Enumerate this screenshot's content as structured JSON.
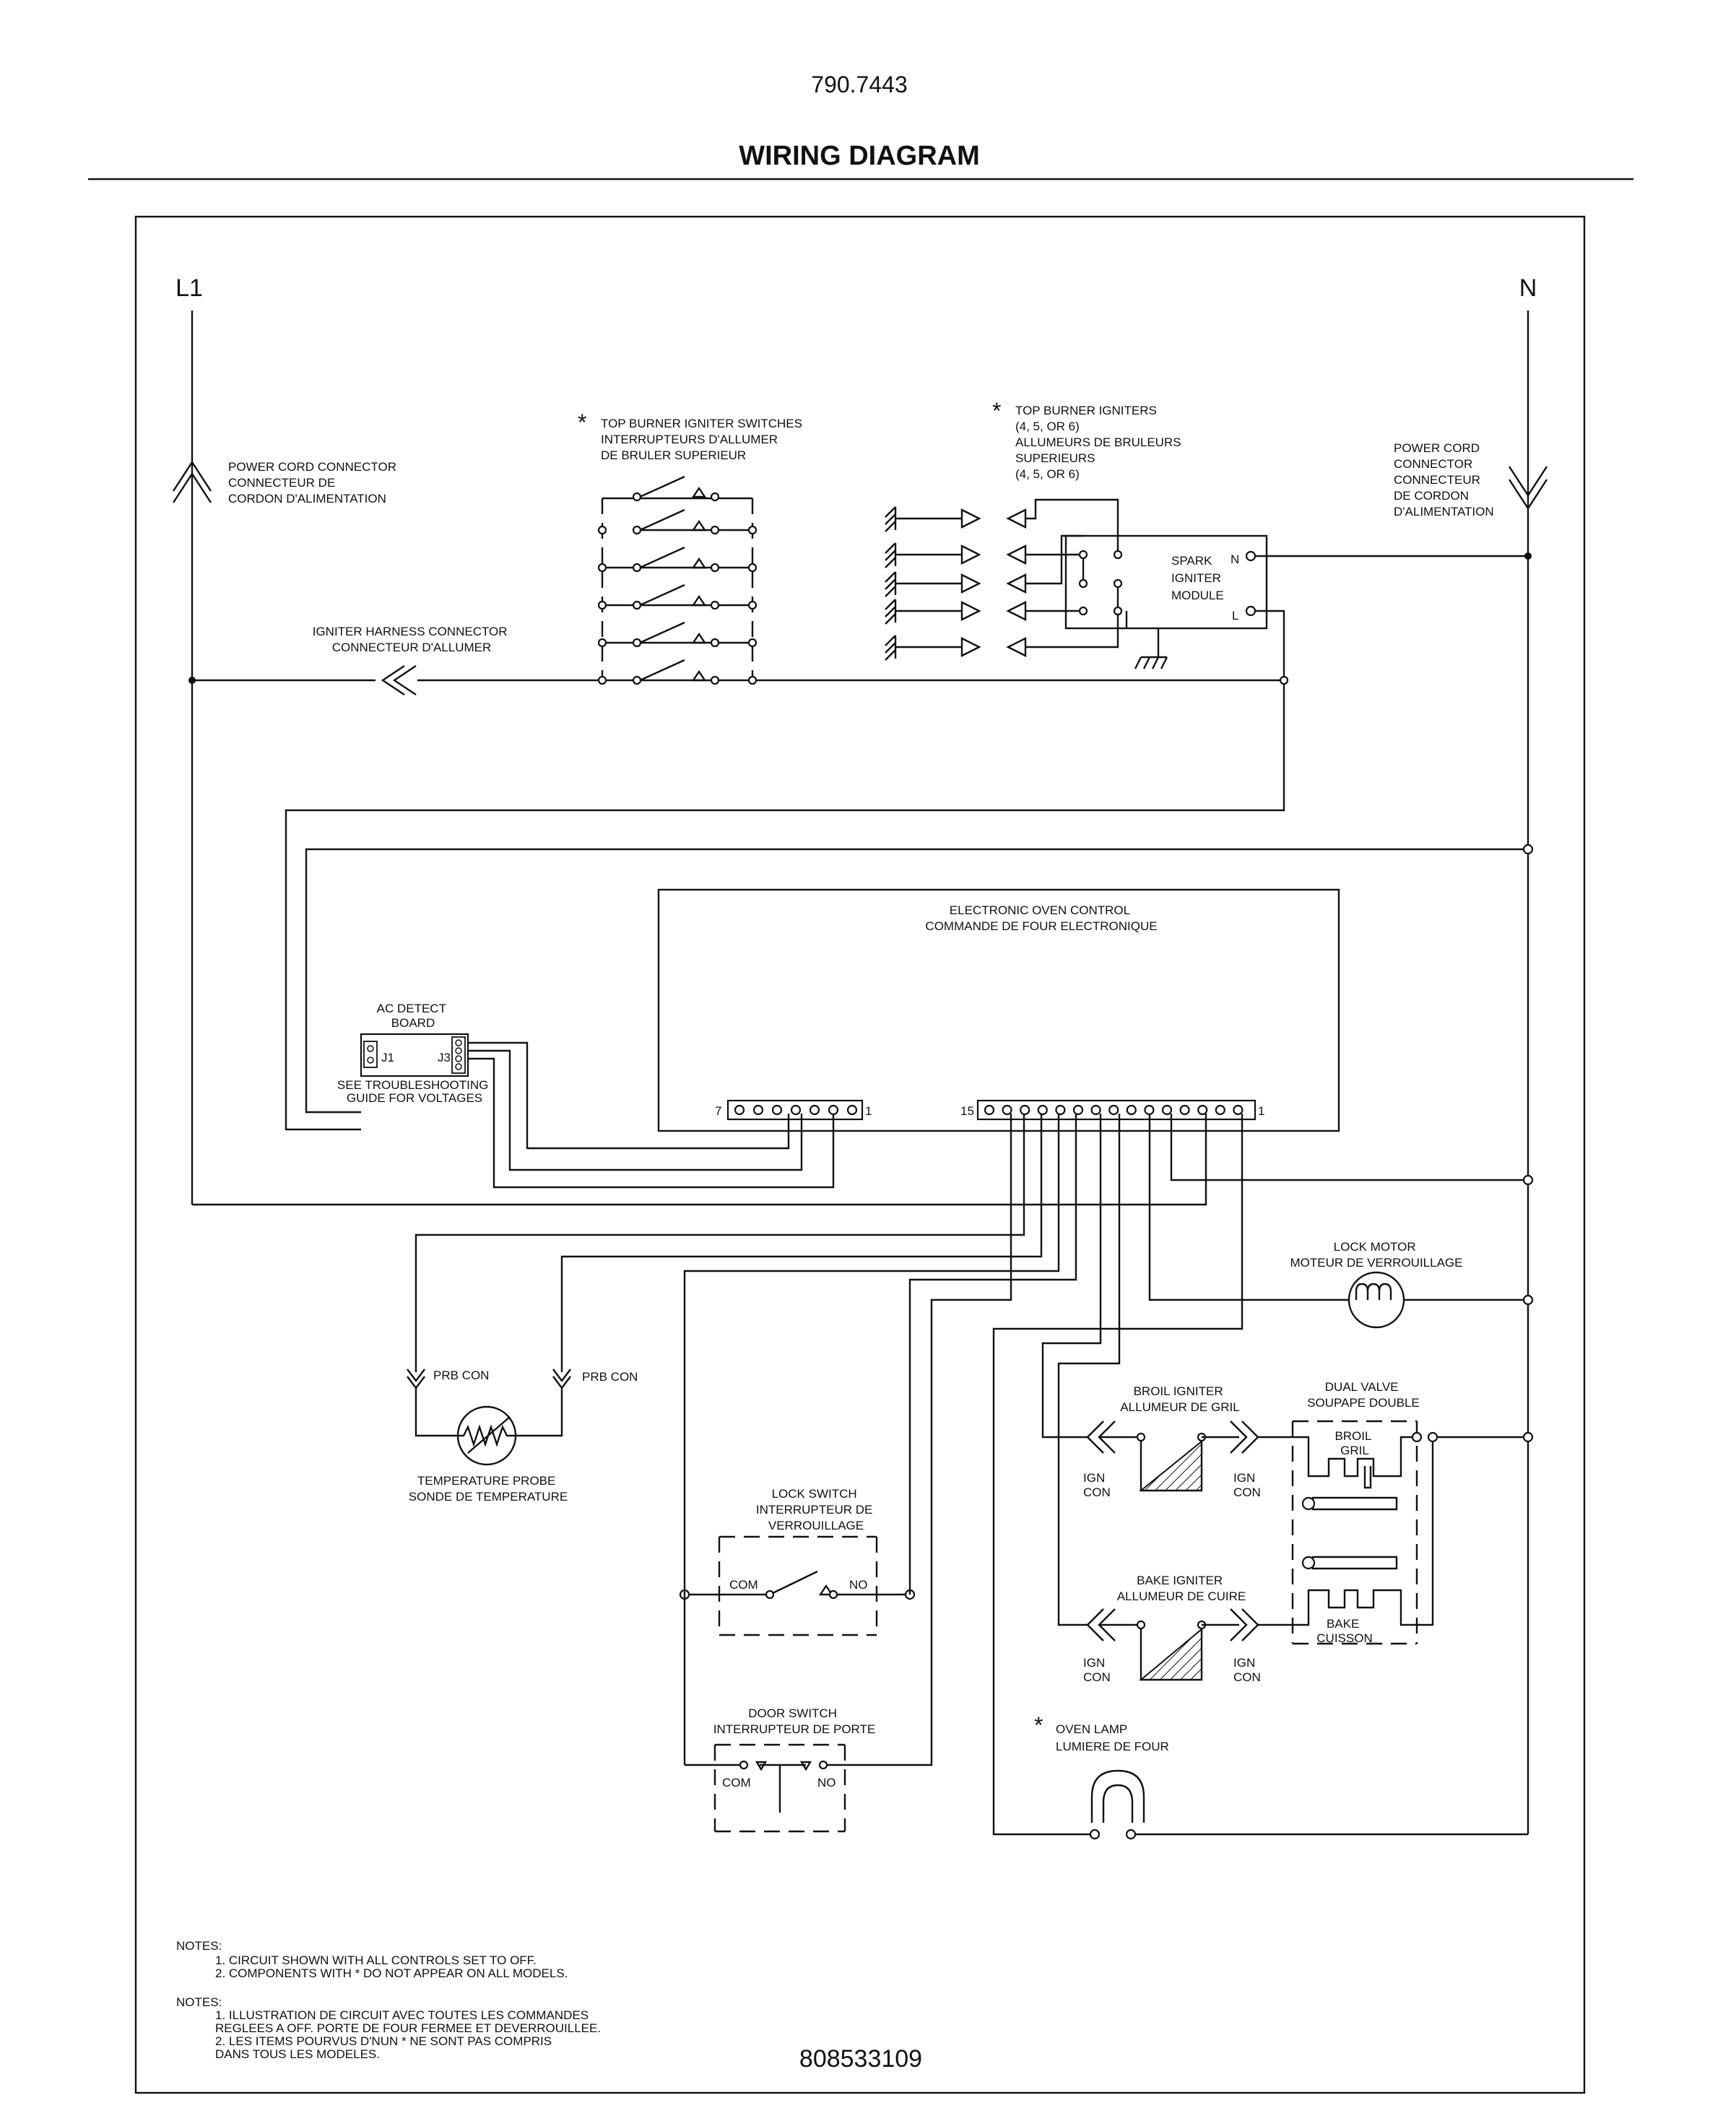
{
  "header": {
    "model_number": "790.7443",
    "title": "WIRING DIAGRAM"
  },
  "rails": {
    "line": "L1",
    "neutral": "N"
  },
  "labels": {
    "power_cord_left": [
      "POWER CORD CONNECTOR",
      "CONNECTEUR DE",
      "CORDON D'ALIMENTATION"
    ],
    "power_cord_right": [
      "POWER CORD",
      "CONNECTOR",
      "CONNECTEUR",
      "DE CORDON",
      "D'ALIMENTATION"
    ],
    "top_burner_switches": [
      "TOP BURNER IGNITER SWITCHES",
      "INTERRUPTEURS D'ALLUMER",
      "DE BRULER SUPERIEUR"
    ],
    "top_burner_igniters": [
      "TOP BURNER IGNITERS",
      "(4, 5, OR 6)",
      "ALLUMEURS DE BRULEURS",
      "SUPERIEURS",
      "(4, 5, OR 6)"
    ],
    "spark_module": [
      "SPARK",
      "IGNITER",
      "MODULE"
    ],
    "spark_n": "N",
    "spark_l": "L",
    "igniter_harness": [
      "IGNITER HARNESS CONNECTOR",
      "CONNECTEUR D'ALLUMER"
    ],
    "oven_control": [
      "ELECTRONIC OVEN CONTROL",
      "COMMANDE DE FOUR ELECTRONIQUE"
    ],
    "ac_detect": [
      "AC DETECT",
      "BOARD"
    ],
    "ac_j1": "J1",
    "ac_j3": "J3",
    "troubleshoot": [
      "SEE TROUBLESHOOTING",
      "GUIDE FOR VOLTAGES"
    ],
    "conn_left_a": "7",
    "conn_left_b": "1",
    "conn_right_a": "15",
    "conn_right_b": "1",
    "lock_motor": [
      "LOCK MOTOR",
      "MOTEUR DE VERROUILLAGE"
    ],
    "prb_con_left": "PRB CON",
    "prb_con_right": "PRB CON",
    "temp_probe": [
      "TEMPERATURE PROBE",
      "SONDE DE TEMPERATURE"
    ],
    "broil_igniter": [
      "BROIL IGNITER",
      "ALLUMEUR DE GRIL"
    ],
    "dual_valve": [
      "DUAL VALVE",
      "SOUPAPE DOUBLE"
    ],
    "broil_gril": [
      "BROIL",
      "GRIL"
    ],
    "bake_cuisson": [
      "BAKE",
      "CUISSON"
    ],
    "bake_igniter": [
      "BAKE IGNITER",
      "ALLUMEUR DE CUIRE"
    ],
    "ign_con": [
      "IGN",
      "CON"
    ],
    "lock_switch": [
      "LOCK SWITCH",
      "INTERRUPTEUR DE",
      "VERROUILLAGE"
    ],
    "com": "COM",
    "no": "NO",
    "door_switch": [
      "DOOR SWITCH",
      "INTERRUPTEUR DE PORTE"
    ],
    "oven_lamp": [
      "OVEN LAMP",
      "LUMIERE DE FOUR"
    ],
    "asterisk": "*"
  },
  "notes": {
    "heading": "NOTES:",
    "en": [
      "1.   CIRCUIT SHOWN WITH ALL CONTROLS SET TO OFF.",
      "2.   COMPONENTS WITH * DO NOT APPEAR ON ALL MODELS."
    ],
    "fr": [
      "1.   ILLUSTRATION DE CIRCUIT AVEC TOUTES LES COMMANDES",
      "      REGLEES A OFF.  PORTE DE FOUR FERMEE ET DEVERROUILLEE.",
      "2.   LES ITEMS POURVUS D'NUN * NE SONT PAS COMPRIS",
      "      DANS TOUS LES MODELES."
    ]
  },
  "footer": {
    "part_number": "808533109"
  }
}
